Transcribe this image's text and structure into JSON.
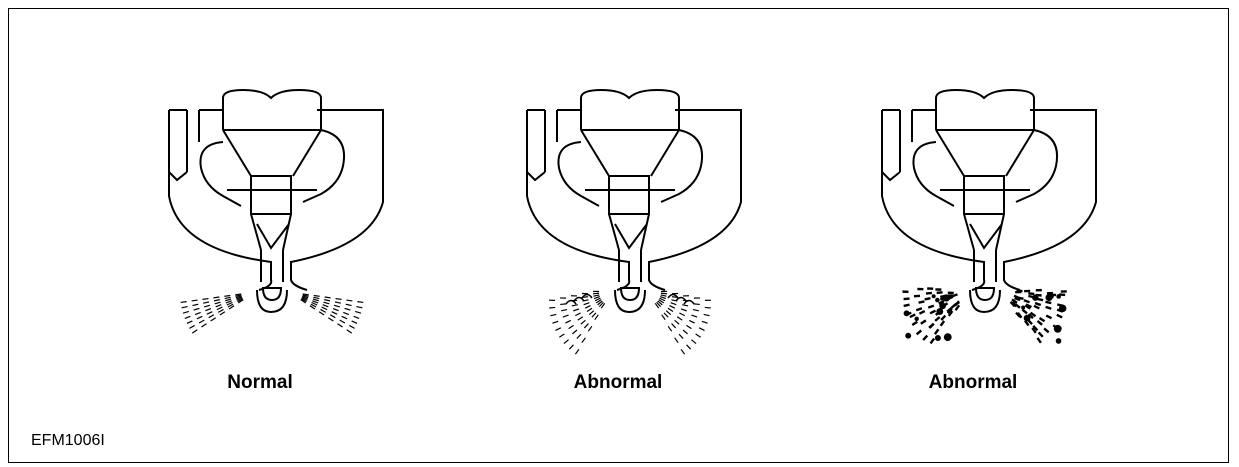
{
  "figure": {
    "panels": [
      {
        "label": "Normal",
        "spray": "normal"
      },
      {
        "label": "Abnormal",
        "spray": "dribble"
      },
      {
        "label": "Abnormal",
        "spray": "coarse"
      }
    ],
    "code": "EFM1006I",
    "line_color": "#000000",
    "background": "#ffffff"
  }
}
